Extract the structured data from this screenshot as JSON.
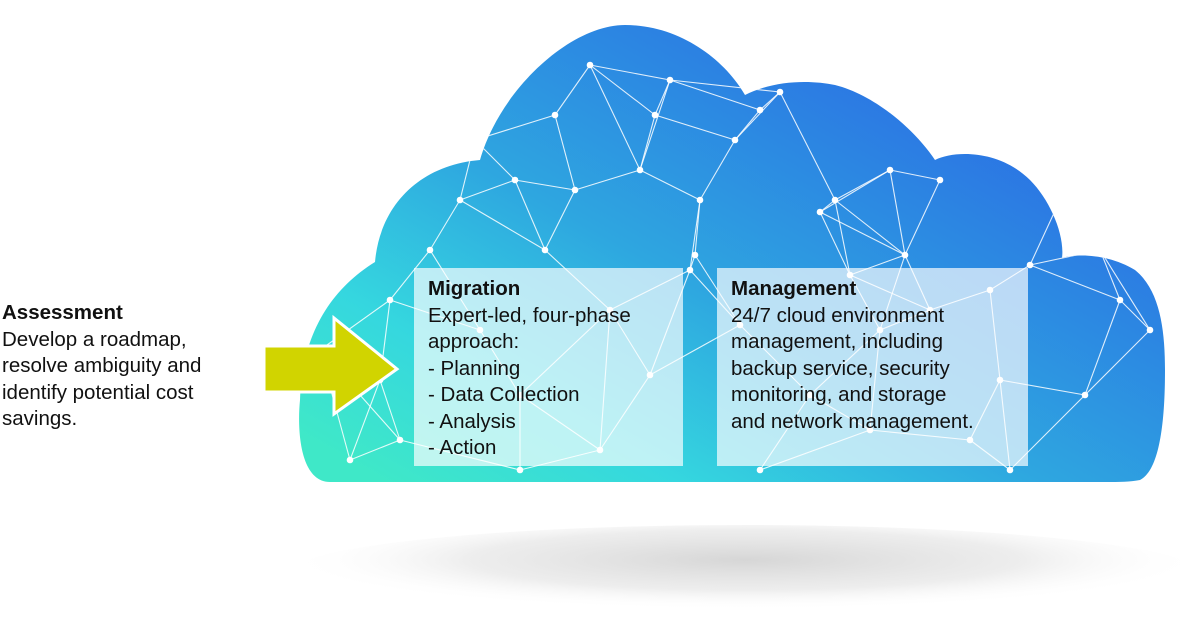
{
  "colors": {
    "cloud_gradient": [
      "#3fe8c8",
      "#35d7df",
      "#2ea6e0",
      "#2c86e2",
      "#2a60e6"
    ],
    "arrow_fill": "#d1d400",
    "arrow_stroke": "#ffffff",
    "box_fill": "#ffffff",
    "network_lines": "#ffffff",
    "shadow": "#bfbfbf",
    "text": "#111111"
  },
  "icons": {
    "arrow": "right-arrow-icon",
    "cloud": "cloud-icon"
  },
  "assessment": {
    "title": "Assessment",
    "lines": [
      "Develop a roadmap,",
      "resolve ambiguity and",
      "identify potential cost",
      "savings."
    ]
  },
  "migration": {
    "title": "Migration",
    "lines": [
      "Expert-led, four-phase",
      "approach:",
      "- Planning",
      "- Data Collection",
      "- Analysis",
      "- Action"
    ]
  },
  "management": {
    "title": "Management",
    "lines": [
      "24/7 cloud environment",
      "management, including",
      "backup service, security",
      "monitoring, and storage",
      "and network management."
    ]
  }
}
